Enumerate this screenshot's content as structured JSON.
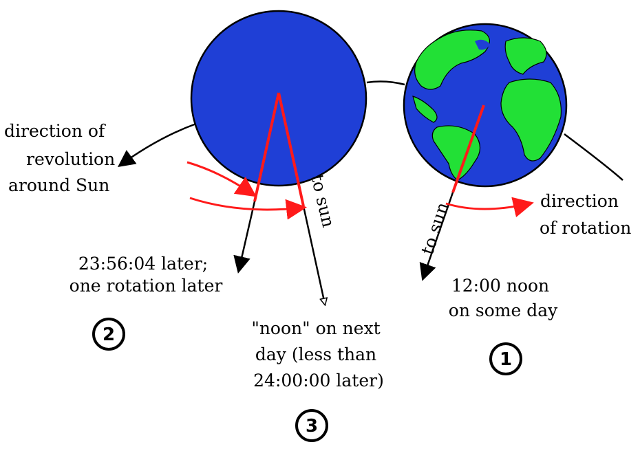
{
  "labels": {
    "revolution": [
      "direction of",
      "revolution",
      "around Sun"
    ],
    "rotation": [
      "direction",
      "of rotation"
    ],
    "noon_day1": [
      "12:00 noon",
      "on some day"
    ],
    "rotation_later": [
      "23:56:04 later;",
      "one rotation later"
    ],
    "noon_next": [
      "\"noon\" on next",
      "day (less than",
      "24:00:00 later)"
    ],
    "to_sun": "to sun"
  },
  "markers": {
    "one": "1",
    "two": "2",
    "three": "3"
  },
  "colors": {
    "ocean": "#1f3fd6",
    "land": "#22e036",
    "arrow_red": "#ff1a1a",
    "line": "#000000"
  }
}
